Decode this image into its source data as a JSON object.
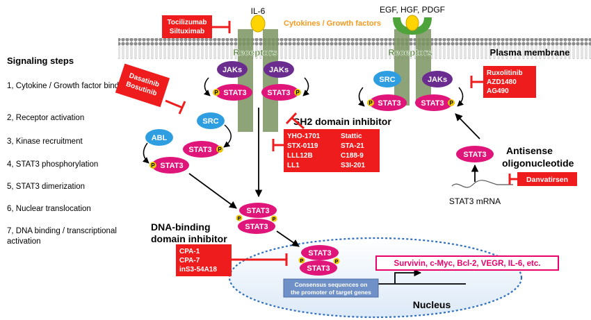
{
  "steps": {
    "title": "Signaling steps",
    "items": [
      "1, Cytokine / Growth factor binding",
      "2, Receptor activation",
      "3, Kinase recruitment",
      "4, STAT3 phosphorylation",
      "5, STAT3 dimerization",
      "6, Nuclear translocation",
      "7, DNA binding / transcriptional activation"
    ]
  },
  "ligands": {
    "il6": "IL-6",
    "egf": "EGF, HGF, PDGF",
    "cytokines": "Cytokines / Growth factors"
  },
  "membrane": {
    "label": "Plasma membrane",
    "receptors": "Receptors"
  },
  "proteins": {
    "jaks": "JAKs",
    "stat3": "STAT3",
    "src": "SRC",
    "abl": "ABL",
    "p": "P"
  },
  "inhibitors": {
    "il6_drugs": [
      "Tocilizumab",
      "Siltuximab"
    ],
    "dasatinib": [
      "Dasatinib",
      "Bosutinib"
    ],
    "jak_drugs": [
      "Ruxolitinib",
      "AZD1480",
      "AG490"
    ],
    "sh2_title": "SH2 domain inhibitor",
    "sh2_left": [
      "YHO-1701",
      "STX-0119",
      "LLL12B",
      "LL1"
    ],
    "sh2_right": [
      "Stattic",
      "STA-21",
      "C188-9",
      "S3I-201"
    ],
    "antisense_title": [
      "Antisense",
      "oligonucleotide"
    ],
    "antisense_drug": "Danvatirsen",
    "dna_title": [
      "DNA-binding",
      "domain inhibitor"
    ],
    "dna_drugs": [
      "CPA-1",
      "CPA-7",
      "inS3-54A18"
    ]
  },
  "nucleus": {
    "label": "Nucleus",
    "consensus": [
      "Consensus sequences on",
      "the promoter of target genes"
    ],
    "targets": "Survivin, c-Myc, Bcl-2, VEGR, IL-6, etc.",
    "mrna": "STAT3 mRNA"
  },
  "colors": {
    "inhibitor_red": "#ee1c1c",
    "stat3_pink": "#e0157a",
    "jak_purple": "#6a2c8e",
    "src_blue": "#2f9ee0",
    "receptor_green": "#7a9460",
    "ligand_yellow": "#ffd400",
    "target_pink": "#e8006b"
  }
}
